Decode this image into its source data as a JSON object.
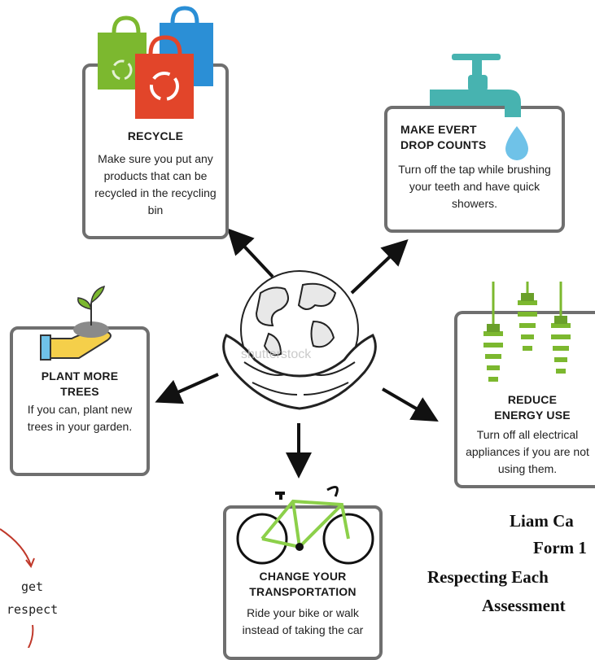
{
  "cards": {
    "recycle": {
      "title": "RECYCLE",
      "body": "Make sure you put any products that can be recycled in the recycling bin"
    },
    "water": {
      "title": "MAKE EVERT DROP COUNTS",
      "body": "Turn off the tap while brushing your teeth and have quick showers."
    },
    "trees": {
      "title": "PLANT MORE TREES",
      "body": "If you can, plant new trees in your garden."
    },
    "energy": {
      "title": "REDUCE ENERGY USE",
      "body": "Turn off all electrical appliances if you are not using them."
    },
    "transport": {
      "title": "CHANGE YOUR TRANSPORTATION",
      "body": "Ride your bike or walk instead of taking the car"
    }
  },
  "watermark": "shutterstock",
  "credit": {
    "line1": "Liam Ca",
    "line2": "Form 1",
    "line3": "Respecting Each",
    "line4": "Assessment"
  },
  "handwritten": {
    "word1": "get",
    "word2": "respect"
  },
  "colors": {
    "bag_green": "#7cb82f",
    "bag_blue": "#2b8fd6",
    "bag_red": "#e2452a",
    "tap": "#47b3b0",
    "drop": "#6fc2e8",
    "bulb": "#7cb82f",
    "bike": "#8cd04a",
    "card_border": "#6f6f6f"
  },
  "icons": [
    "shopping-bags-icon",
    "water-tap-icon",
    "water-drop-icon",
    "seedling-hand-icon",
    "light-bulbs-icon",
    "bicycle-icon",
    "globe-hands-icon"
  ]
}
